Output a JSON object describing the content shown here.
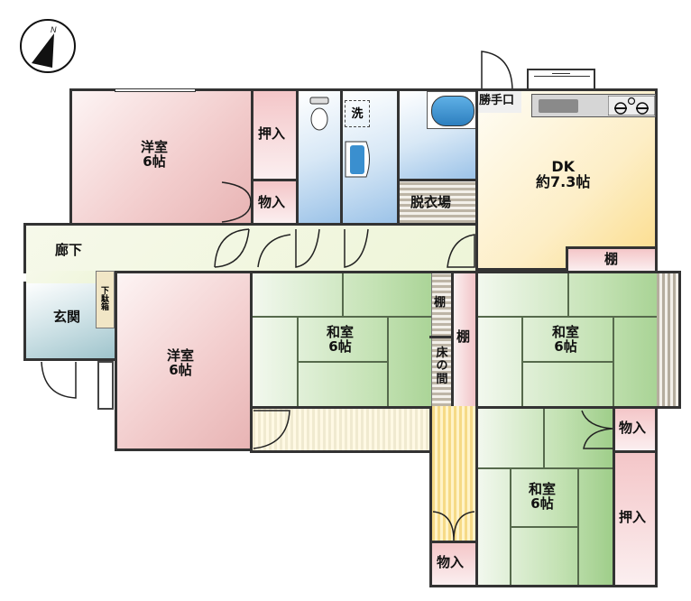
{
  "compass": {
    "label": "N",
    "icon": "north-arrow-icon"
  },
  "rooms": {
    "western_room_1": {
      "name": "洋室",
      "size": "6帖"
    },
    "oshiire_1": {
      "name": "押入"
    },
    "storage_1": {
      "name": "物入"
    },
    "toilet": {
      "icon": "toilet-icon"
    },
    "washroom": {
      "washer_label": "洗",
      "sink_icon": "sink-icon"
    },
    "bath": {
      "icon": "bathtub-icon"
    },
    "dressing_room": {
      "name": "脱衣場"
    },
    "back_door": {
      "name": "勝手口"
    },
    "dk": {
      "name": "DK",
      "size": "約7.3帖"
    },
    "shelf_dk": {
      "name": "棚"
    },
    "hallway": {
      "name": "廊下"
    },
    "entrance": {
      "name": "玄関"
    },
    "shoe_box": {
      "name": "下駄箱"
    },
    "western_room_2": {
      "name": "洋室",
      "size": "6帖"
    },
    "japanese_room_1": {
      "name": "和室",
      "size": "6帖"
    },
    "shelf_small": {
      "name": "棚"
    },
    "tokonoma": {
      "name": "床の間"
    },
    "shelf_tall": {
      "name": "棚"
    },
    "japanese_room_2": {
      "name": "和室",
      "size": "6帖"
    },
    "storage_2": {
      "name": "物入"
    },
    "japanese_room_3": {
      "name": "和室",
      "size": "6帖"
    },
    "oshiire_2": {
      "name": "押入"
    },
    "storage_3": {
      "name": "物入"
    }
  },
  "kitchen": {
    "sink_icon": "kitchen-sink-icon",
    "stove_icon": "gas-stove-icon"
  }
}
